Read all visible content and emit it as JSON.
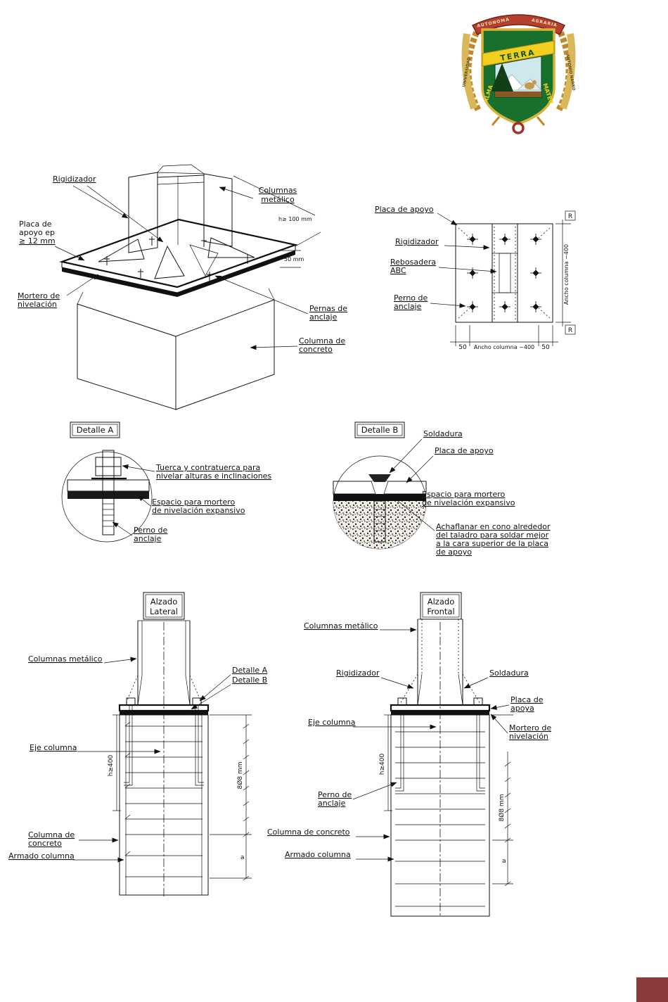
{
  "page": {
    "corner_color": "#8a3a3a"
  },
  "crest": {
    "top_left": "AUTONOMA",
    "top_right": "AGRARIA",
    "left": "UNIVERSIDAD",
    "right": "ANTONIO NARRO",
    "alma": "ALMA",
    "terra": "TERRA",
    "mater": "MATER"
  },
  "iso": {
    "rigidizador": "Rigidizador",
    "columnas_1": "Columnas",
    "columnas_2": "metálico",
    "placa_1": "Placa de",
    "placa_2": "apoyo ep",
    "placa_3": "≥ 12 mm",
    "mortero_1": "Mortero de",
    "mortero_2": "nivelación",
    "dim_h": "h≥ 100 mm",
    "dim_50": "50 mm",
    "pernos_1": "Pernas de",
    "pernos_2": "anclaje",
    "columna_1": "Columna de",
    "columna_2": "concreto"
  },
  "plan": {
    "placa": "Placa de apoyo",
    "rigidizador": "Rigidizador",
    "rebosadera_1": "Rebosadera",
    "rebosadera_2": "ABC",
    "perno_1": "Perno de",
    "perno_2": "anclaje",
    "dim_50_left": "50",
    "dim_ancho": "Ancho columna ~400",
    "dim_50_right": "50",
    "dim_vert": "Ancho columna ~400",
    "r_top": "R",
    "r_bottom": "R"
  },
  "detalle_a": {
    "title": "Detalle A",
    "tuerca_1": "Tuerca y contratuerca para",
    "tuerca_2": "nivelar alturas e inclinaciones",
    "espacio_1": "Espacio para mortero",
    "espacio_2": "de nivelación expansivo",
    "perno_1": "Perno de",
    "perno_2": "anclaje"
  },
  "detalle_b": {
    "title": "Detalle B",
    "soldadura": "Soldadura",
    "placa": "Placa de apoyo",
    "espacio_1": "Espacio para mortero",
    "espacio_2": "de nivelación expansivo",
    "acha_1": "Achaflanar en cono alrededor",
    "acha_2": "del taladro para soldar mejor",
    "acha_3": "a la cara superior de la placa",
    "acha_4": "de apoyo"
  },
  "lateral": {
    "title_1": "Alzado",
    "title_2": "Lateral",
    "columnas": "Columnas metálico",
    "detalle_a": "Detalle A",
    "detalle_b": "Detalle B",
    "eje": "Eje columna",
    "dim_h": "h≥400",
    "dim_rebar": "8Ø8 mm",
    "dim_a": "a",
    "columna_1": "Columna de",
    "columna_2": "concreto",
    "armado": "Armado columna"
  },
  "frontal": {
    "title_1": "Alzado",
    "title_2": "Frontal",
    "columnas": "Columnas metálico",
    "rigidizador": "Rigidizador",
    "soldadura": "Soldadura",
    "placa_1": "Placa de",
    "placa_2": "apoya",
    "eje": "Eje columna",
    "mortero_1": "Mortero de",
    "mortero_2": "nivelación",
    "dim_h": "h≥400",
    "perno_1": "Perno de",
    "perno_2": "anclaje",
    "columna": "Columna de concreto",
    "armado": "Armado columna",
    "dim_rebar": "8Ø8 mm",
    "dim_a": "a"
  }
}
